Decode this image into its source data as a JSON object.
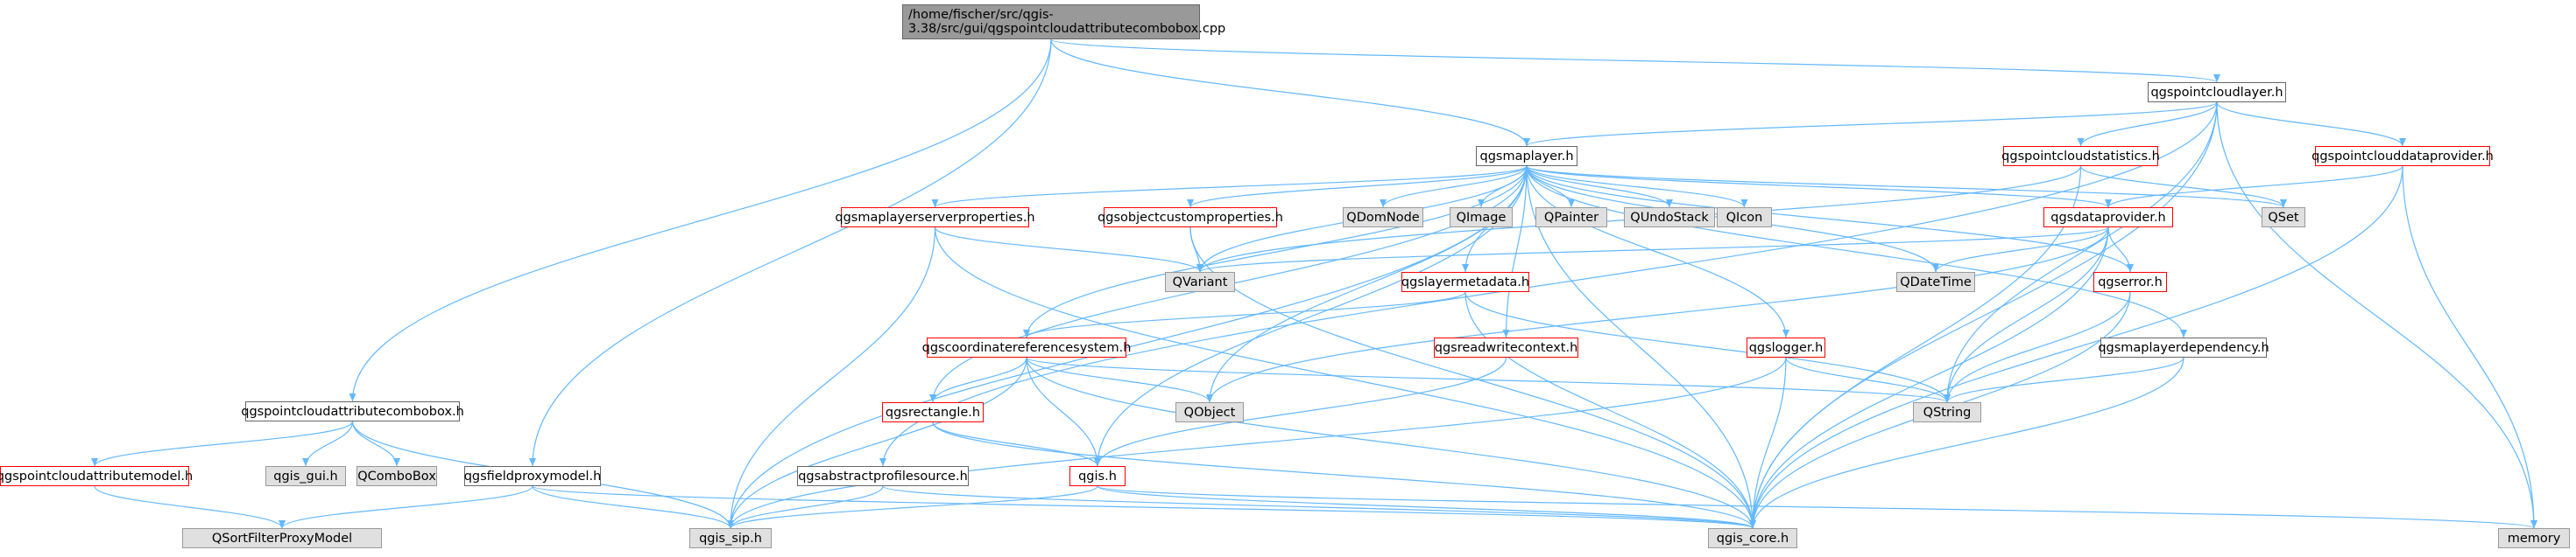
{
  "diagram": {
    "colors": {
      "edge": "#63b8ff",
      "root_fill": "#999999",
      "external_fill": "#e0e0e0",
      "missing_border": "#ff0000",
      "node_border": "#666666"
    },
    "nodes": [
      {
        "id": "root",
        "label": "/home/fischer/src/qgis-3.38/src/gui/qgspointcloudattributecombobox.cpp",
        "style": "root"
      },
      {
        "id": "pcl",
        "label": "qgspointcloudlayer.h",
        "style": "normal"
      },
      {
        "id": "ml",
        "label": "qgsmaplayer.h",
        "style": "normal"
      },
      {
        "id": "pcs",
        "label": "qgspointcloudstatistics.h",
        "style": "red"
      },
      {
        "id": "pcdp",
        "label": "qgspointclouddataprovider.h",
        "style": "red"
      },
      {
        "id": "mlsp",
        "label": "qgsmaplayerserverproperties.h",
        "style": "red"
      },
      {
        "id": "ocp",
        "label": "qgsobjectcustomproperties.h",
        "style": "red"
      },
      {
        "id": "qdom",
        "label": "QDomNode",
        "style": "ext"
      },
      {
        "id": "qimg",
        "label": "QImage",
        "style": "ext"
      },
      {
        "id": "qpnt",
        "label": "QPainter",
        "style": "ext"
      },
      {
        "id": "qundo",
        "label": "QUndoStack",
        "style": "ext"
      },
      {
        "id": "qicon",
        "label": "QIcon",
        "style": "ext"
      },
      {
        "id": "qset",
        "label": "QSet",
        "style": "ext"
      },
      {
        "id": "dp",
        "label": "qgsdataprovider.h",
        "style": "red"
      },
      {
        "id": "qvar",
        "label": "QVariant",
        "style": "ext"
      },
      {
        "id": "lmd",
        "label": "qgslayermetadata.h",
        "style": "red"
      },
      {
        "id": "qdt",
        "label": "QDateTime",
        "style": "ext"
      },
      {
        "id": "err",
        "label": "qgserror.h",
        "style": "red"
      },
      {
        "id": "crs",
        "label": "qgscoordinatereferencesystem.h",
        "style": "red"
      },
      {
        "id": "rwc",
        "label": "qgsreadwritecontext.h",
        "style": "red"
      },
      {
        "id": "log",
        "label": "qgslogger.h",
        "style": "red"
      },
      {
        "id": "mld",
        "label": "qgsmaplayerdependency.h",
        "style": "normal"
      },
      {
        "id": "pcac",
        "label": "qgspointcloudattributecombobox.h",
        "style": "normal"
      },
      {
        "id": "qobj",
        "label": "QObject",
        "style": "ext"
      },
      {
        "id": "qstr",
        "label": "QString",
        "style": "ext"
      },
      {
        "id": "rect",
        "label": "qgsrectangle.h",
        "style": "red"
      },
      {
        "id": "pcam",
        "label": "qgspointcloudattributemodel.h",
        "style": "red"
      },
      {
        "id": "gui",
        "label": "qgis_gui.h",
        "style": "ext"
      },
      {
        "id": "qcb",
        "label": "QComboBox",
        "style": "ext"
      },
      {
        "id": "fpm",
        "label": "qgsfieldproxymodel.h",
        "style": "normal"
      },
      {
        "id": "aps",
        "label": "qgsabstractprofilesource.h",
        "style": "normal"
      },
      {
        "id": "qgis",
        "label": "qgis.h",
        "style": "red"
      },
      {
        "id": "sfpm",
        "label": "QSortFilterProxyModel",
        "style": "ext"
      },
      {
        "id": "sip",
        "label": "qgis_sip.h",
        "style": "ext"
      },
      {
        "id": "core",
        "label": "qgis_core.h",
        "style": "ext"
      },
      {
        "id": "mem",
        "label": "memory",
        "style": "ext"
      }
    ],
    "edges": [
      [
        "root",
        "pcl"
      ],
      [
        "root",
        "ml"
      ],
      [
        "root",
        "pcac"
      ],
      [
        "root",
        "fpm"
      ],
      [
        "pcl",
        "ml"
      ],
      [
        "pcl",
        "pcs"
      ],
      [
        "pcl",
        "pcdp"
      ],
      [
        "pcl",
        "aps"
      ],
      [
        "pcl",
        "core"
      ],
      [
        "pcl",
        "mem"
      ],
      [
        "pcl",
        "qstr"
      ],
      [
        "ml",
        "mlsp"
      ],
      [
        "ml",
        "ocp"
      ],
      [
        "ml",
        "qdom"
      ],
      [
        "ml",
        "qimg"
      ],
      [
        "ml",
        "qpnt"
      ],
      [
        "ml",
        "qundo"
      ],
      [
        "ml",
        "qicon"
      ],
      [
        "ml",
        "qset"
      ],
      [
        "ml",
        "dp"
      ],
      [
        "ml",
        "qvar"
      ],
      [
        "ml",
        "lmd"
      ],
      [
        "ml",
        "qdt"
      ],
      [
        "ml",
        "err"
      ],
      [
        "ml",
        "crs"
      ],
      [
        "ml",
        "rwc"
      ],
      [
        "ml",
        "log"
      ],
      [
        "ml",
        "mld"
      ],
      [
        "ml",
        "qobj"
      ],
      [
        "ml",
        "rect"
      ],
      [
        "ml",
        "qgis"
      ],
      [
        "ml",
        "sip"
      ],
      [
        "ml",
        "core"
      ],
      [
        "pcs",
        "qset"
      ],
      [
        "pcs",
        "qvar"
      ],
      [
        "pcs",
        "core"
      ],
      [
        "pcdp",
        "dp"
      ],
      [
        "pcdp",
        "core"
      ],
      [
        "pcdp",
        "mem"
      ],
      [
        "mlsp",
        "qvar"
      ],
      [
        "mlsp",
        "sip"
      ],
      [
        "mlsp",
        "core"
      ],
      [
        "ocp",
        "qvar"
      ],
      [
        "ocp",
        "core"
      ],
      [
        "dp",
        "qvar"
      ],
      [
        "dp",
        "qdt"
      ],
      [
        "dp",
        "err"
      ],
      [
        "dp",
        "qobj"
      ],
      [
        "dp",
        "qstr"
      ],
      [
        "dp",
        "core"
      ],
      [
        "lmd",
        "crs"
      ],
      [
        "lmd",
        "qstr"
      ],
      [
        "lmd",
        "core"
      ],
      [
        "err",
        "qstr"
      ],
      [
        "err",
        "core"
      ],
      [
        "crs",
        "qobj"
      ],
      [
        "crs",
        "qstr"
      ],
      [
        "crs",
        "rect"
      ],
      [
        "crs",
        "qgis"
      ],
      [
        "crs",
        "sip"
      ],
      [
        "crs",
        "core"
      ],
      [
        "rwc",
        "qgis"
      ],
      [
        "log",
        "qstr"
      ],
      [
        "log",
        "core"
      ],
      [
        "log",
        "sip"
      ],
      [
        "mld",
        "qstr"
      ],
      [
        "mld",
        "core"
      ],
      [
        "pcac",
        "pcam"
      ],
      [
        "pcac",
        "gui"
      ],
      [
        "pcac",
        "qcb"
      ],
      [
        "pcac",
        "sip"
      ],
      [
        "pcam",
        "sfpm"
      ],
      [
        "fpm",
        "sfpm"
      ],
      [
        "fpm",
        "sip"
      ],
      [
        "fpm",
        "core"
      ],
      [
        "aps",
        "sip"
      ],
      [
        "aps",
        "core"
      ],
      [
        "rect",
        "qgis"
      ],
      [
        "rect",
        "core"
      ],
      [
        "qgis",
        "sip"
      ],
      [
        "qgis",
        "core"
      ],
      [
        "qgis",
        "mem"
      ]
    ]
  }
}
